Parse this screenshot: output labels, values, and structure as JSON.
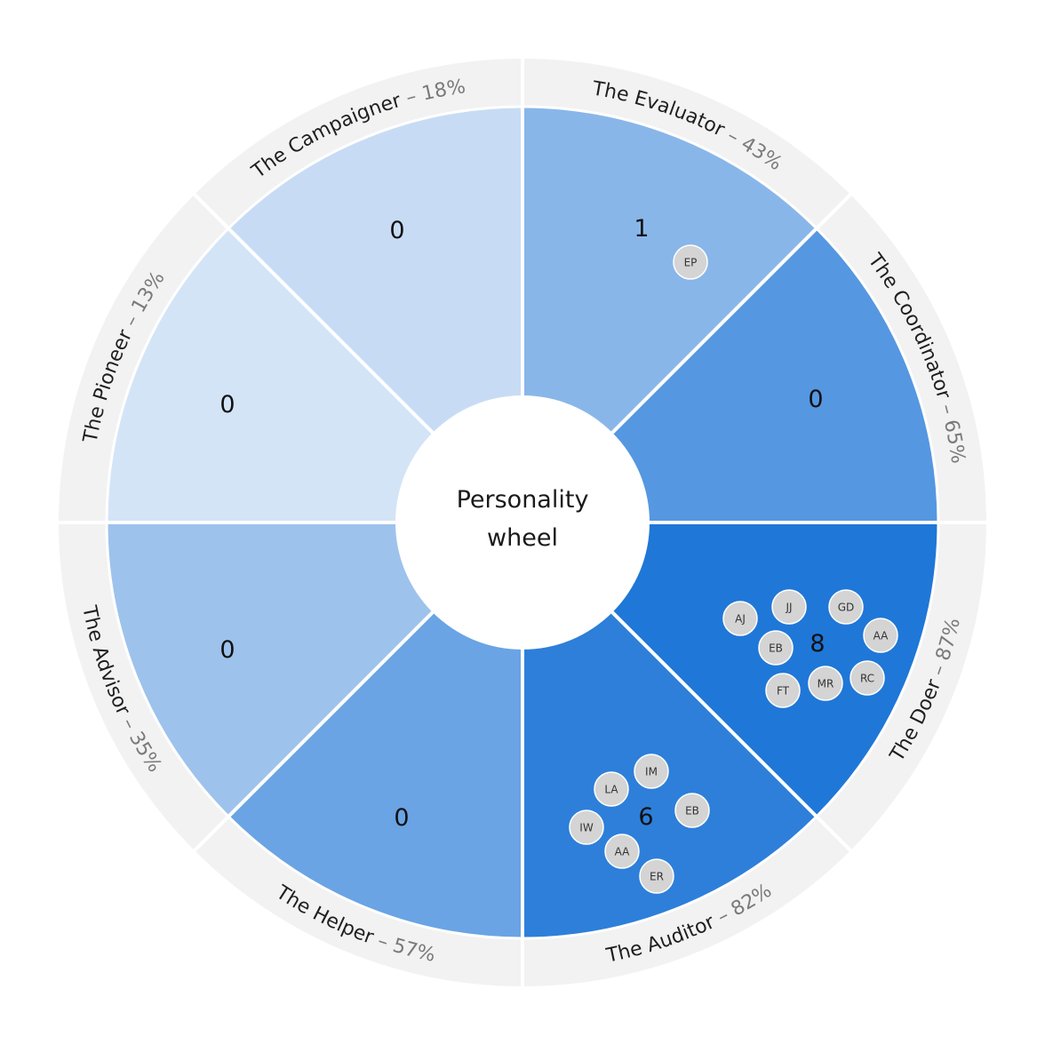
{
  "title_lines": [
    "Personality",
    "wheel"
  ],
  "colors": {
    "ring_background": "#f2f2f2",
    "separator": "#ffffff",
    "center": "#ffffff",
    "avatar": "#d4d4d4"
  },
  "segments": [
    {
      "name": "The Evaluator",
      "percent_label": "– 43%",
      "percent": 43,
      "count": "1",
      "color": "#89b6e9",
      "people": [
        "EP"
      ]
    },
    {
      "name": "The Coordinator",
      "percent_label": "– 65%",
      "percent": 65,
      "count": "0",
      "color": "#5597e1",
      "people": []
    },
    {
      "name": "The Doer",
      "percent_label": "– 87%",
      "percent": 87,
      "count": "8",
      "color": "#1f77d8",
      "people": [
        "AJ",
        "JJ",
        "GD",
        "EB",
        "AA",
        "FT",
        "MR",
        "RC"
      ]
    },
    {
      "name": "The Auditor",
      "percent_label": "– 82%",
      "percent": 82,
      "count": "6",
      "color": "#2d7fda",
      "people": [
        "IM",
        "LA",
        "EB",
        "IW",
        "AA",
        "ER"
      ]
    },
    {
      "name": "The Helper",
      "percent_label": "– 57%",
      "percent": 57,
      "count": "0",
      "color": "#6aa4e4",
      "people": []
    },
    {
      "name": "The Advisor",
      "percent_label": "– 35%",
      "percent": 35,
      "count": "0",
      "color": "#9dc2ec",
      "people": []
    },
    {
      "name": "The Pioneer",
      "percent_label": "– 13%",
      "percent": 13,
      "count": "0",
      "color": "#d4e4f7",
      "people": []
    },
    {
      "name": "The Campaigner",
      "percent_label": "– 18%",
      "percent": 18,
      "count": "0",
      "color": "#c7dcf4",
      "people": []
    }
  ]
}
